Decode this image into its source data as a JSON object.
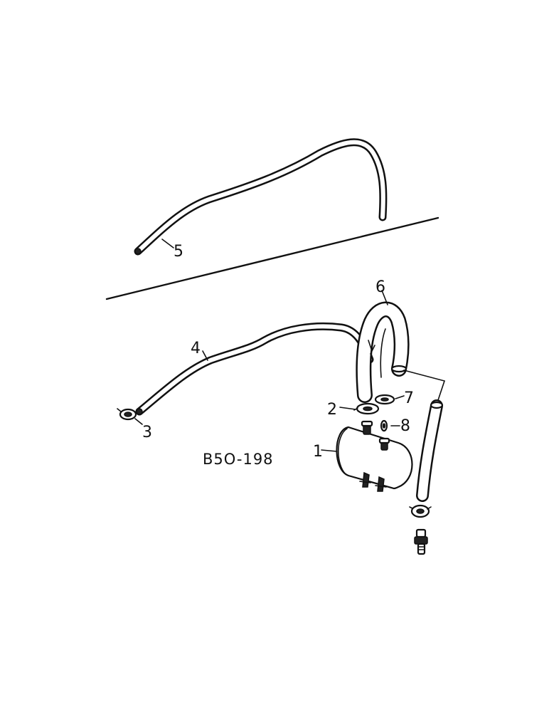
{
  "diagram": {
    "reference_code": "B5O-198",
    "callouts": {
      "c1": "1",
      "c2": "2",
      "c3": "3",
      "c4": "4",
      "c5": "5",
      "c6": "6",
      "c7": "7",
      "c8": "8"
    }
  }
}
